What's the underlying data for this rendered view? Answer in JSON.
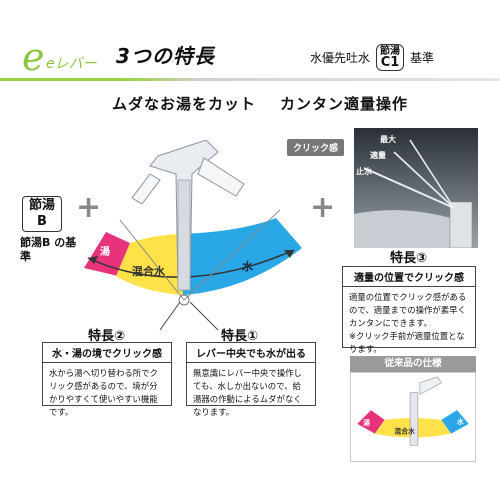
{
  "header": {
    "brand": "eレバー",
    "title": "3つの特長",
    "spec_text": "水優先吐水",
    "class_badge_line1": "節湯",
    "class_badge_line2": "C1",
    "standard_text": "基準"
  },
  "subtitle": {
    "left": "ムダなお湯をカット",
    "right": "カンタン適量操作"
  },
  "left_badge": {
    "line1": "節湯",
    "line2": "B",
    "note": "節湯B の基準"
  },
  "diagram": {
    "hot_label": "湯",
    "mixed_label": "混合水",
    "cold_label": "水"
  },
  "features": {
    "f1": {
      "title": "特長①",
      "heading": "レバー中央でも水が出る",
      "body": "無意識にレバー中央で操作しても、水しか出ないので、給湯器の作動によるムダがなくなります。"
    },
    "f2": {
      "title": "特長②",
      "heading": "水・湯の境でクリック感",
      "body": "水から湯へ切り替わる所でクリック感があるので、境が分かりやすくて使いやすい機能です。"
    },
    "f3": {
      "title": "特長③",
      "heading": "適量の位置でクリック感",
      "body": "適量の位置でクリック感があるので、適量までの操作が素早くカンタンにできます。",
      "note": "※クリック手前が適量位置となります。"
    }
  },
  "photo": {
    "click_label": "クリック感",
    "max_label": "最大",
    "moderate_label": "適量",
    "stop_label": "止水"
  },
  "legacy": {
    "header": "従来品の仕様",
    "hot_label": "湯",
    "mixed_label": "混合水",
    "cold_label": "水"
  },
  "colors": {
    "brand_green": "#8cc63f",
    "hot": "#e8337c",
    "mixed": "#ffe24a",
    "cold": "#2aa7e6"
  }
}
